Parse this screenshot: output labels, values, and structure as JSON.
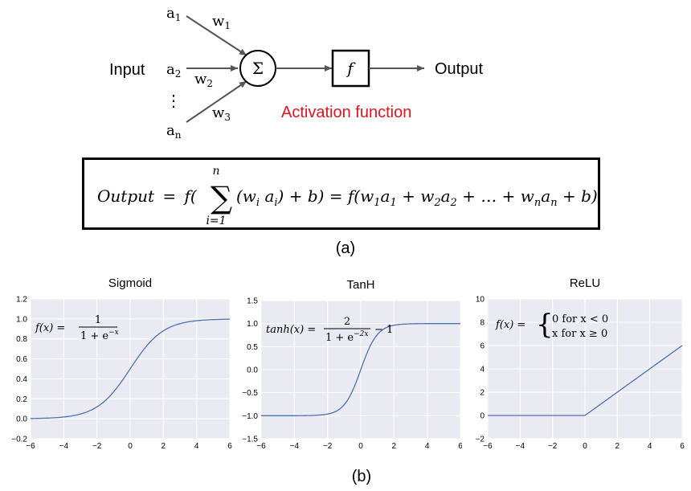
{
  "neuron": {
    "input_label": "Input",
    "output_label": "Output",
    "inputs": [
      {
        "base": "a",
        "sub": "1"
      },
      {
        "base": "a",
        "sub": "2"
      },
      {
        "base": "a",
        "sub": "n"
      }
    ],
    "ellipsis": "⋮",
    "weights": [
      {
        "base": "w",
        "sub": "1"
      },
      {
        "base": "w",
        "sub": "2"
      },
      {
        "base": "w",
        "sub": "3"
      }
    ],
    "sum_symbol": "Σ",
    "activation_symbol": "f",
    "activation_label": "Activation function",
    "activation_label_color": "#e0141e"
  },
  "formula": {
    "lhs": "Output",
    "eq": "=",
    "f_open": "f(",
    "sigma": "∑",
    "sum_upper": "n",
    "sum_lower": "i=1",
    "summand": "(w",
    "summand_i": "i",
    "a_part": " a",
    "a_i": "i",
    "after_sum": ") + b) = f(w",
    "t1_sub": "1",
    "t1_a": "a",
    "t1_a_sub": "1",
    "plus1": " + w",
    "t2_sub": "2",
    "t2_a": "a",
    "t2_a_sub": "2",
    "middle": " +  … + w",
    "tn_sub": "n",
    "tn_a": "a",
    "tn_a_sub": "n",
    "end": " + b)"
  },
  "caption_a": "(a)",
  "caption_b": "(b)",
  "chart_data": [
    {
      "type": "line",
      "title": "Sigmoid",
      "function": "sigmoid",
      "xlim": [
        -6,
        6
      ],
      "ylim": [
        -0.2,
        1.2
      ],
      "xticks": [
        "−6",
        "−4",
        "−2",
        "0",
        "2",
        "4",
        "6"
      ],
      "yticks": [
        "−0.2",
        "0.0",
        "0.2",
        "0.4",
        "0.6",
        "0.8",
        "1.0",
        "1.2"
      ],
      "x": [
        -6,
        -5,
        -4,
        -3,
        -2,
        -1,
        0,
        1,
        2,
        3,
        4,
        5,
        6
      ],
      "y": [
        0.002,
        0.007,
        0.018,
        0.047,
        0.119,
        0.269,
        0.5,
        0.731,
        0.881,
        0.953,
        0.982,
        0.993,
        0.998
      ],
      "formula_lhs": "f(x) =",
      "formula_num": "1",
      "formula_den": "1 + e",
      "formula_den_sup": "−x",
      "formula_tail": "",
      "grid": true
    },
    {
      "type": "line",
      "title": "TanH",
      "function": "tanh",
      "xlim": [
        -6,
        6
      ],
      "ylim": [
        -1.5,
        1.5
      ],
      "xticks": [
        "−6",
        "−4",
        "−2",
        "0",
        "2",
        "4",
        "6"
      ],
      "yticks": [
        "−1.5",
        "−1.0",
        "−0.5",
        "0.0",
        "0.5",
        "1.0",
        "1.5"
      ],
      "x": [
        -6,
        -4,
        -3,
        -2,
        -1.5,
        -1,
        -0.5,
        0,
        0.5,
        1,
        1.5,
        2,
        3,
        4,
        6
      ],
      "y": [
        -1.0,
        -0.999,
        -0.995,
        -0.964,
        -0.905,
        -0.762,
        -0.462,
        0.0,
        0.462,
        0.762,
        0.905,
        0.964,
        0.995,
        0.999,
        1.0
      ],
      "formula_lhs": "tanh(x) =",
      "formula_num": "2",
      "formula_den": "1 + e",
      "formula_den_sup": "−2x",
      "formula_tail": "− 1",
      "grid": true
    },
    {
      "type": "line",
      "title": "ReLU",
      "function": "relu",
      "xlim": [
        -6,
        6
      ],
      "ylim": [
        -2,
        10
      ],
      "xticks": [
        "−6",
        "−4",
        "−2",
        "0",
        "2",
        "4",
        "6"
      ],
      "yticks": [
        "−2",
        "0",
        "2",
        "4",
        "6",
        "8",
        "10"
      ],
      "x": [
        -6,
        0,
        6
      ],
      "y": [
        0,
        0,
        6
      ],
      "formula_lhs": "f(x) =",
      "formula_case1": "0   for   x < 0",
      "formula_case2": "x   for   x ≥ 0",
      "grid": true
    }
  ],
  "colors": {
    "line": "#4c72b0",
    "plot_bg": "#eaeaf2",
    "grid": "#ffffff",
    "arrow": "#555555"
  }
}
